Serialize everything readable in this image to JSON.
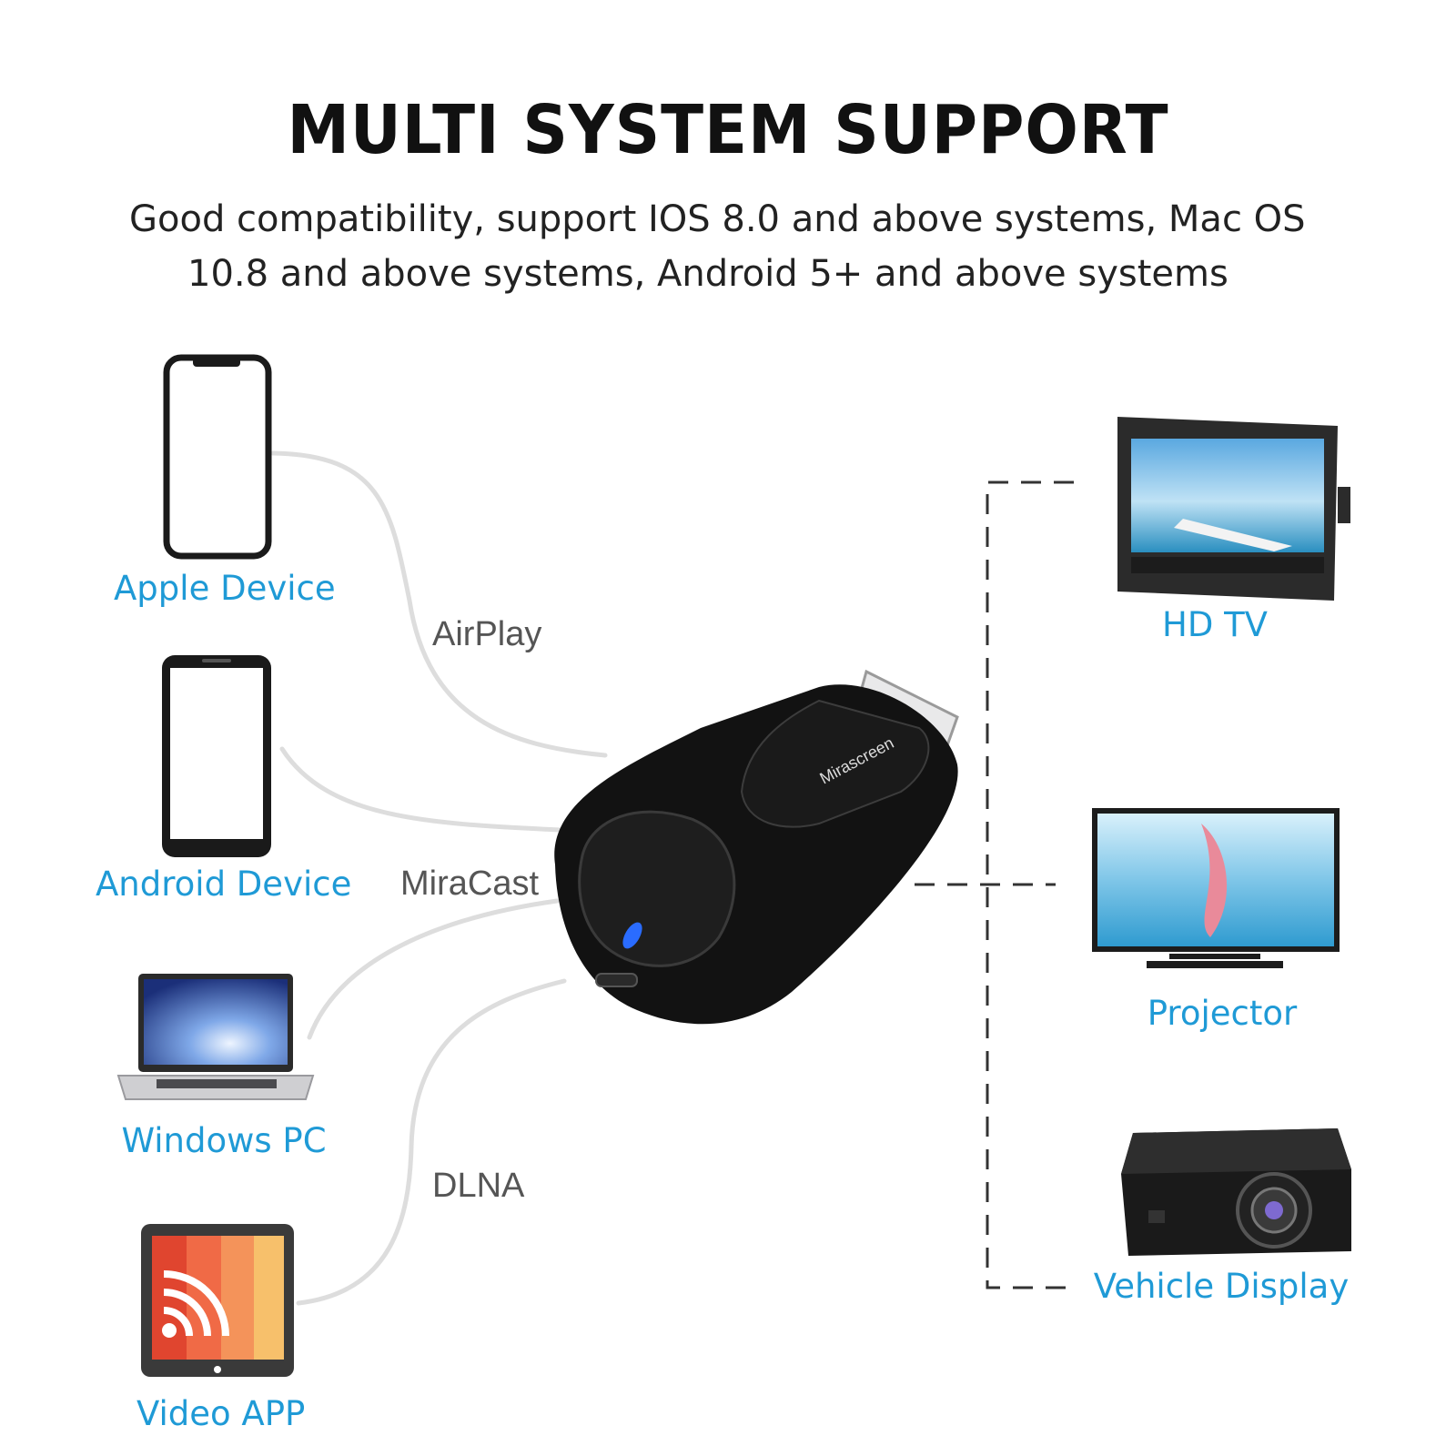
{
  "header": {
    "title": "MULTI SYSTEM SUPPORT",
    "subtitle_line1": "Good compatibility, support IOS 8.0 and above systems, Mac OS",
    "subtitle_line2": "10.8 and above systems, Android 5+ and above systems"
  },
  "sources": [
    {
      "label": "Apple Device",
      "icon": "iphone-icon"
    },
    {
      "label": "Android Device",
      "icon": "android-phone-icon"
    },
    {
      "label": "Windows PC",
      "icon": "laptop-icon"
    },
    {
      "label": "Video APP",
      "icon": "cast-app-icon"
    }
  ],
  "protocols": [
    "AirPlay",
    "MiraCast",
    "DLNA"
  ],
  "dongle": {
    "brand": "Mirascreen"
  },
  "targets": [
    {
      "label": "HD TV",
      "icon": "car-monitor-icon"
    },
    {
      "label": "Projector",
      "icon": "tv-icon"
    },
    {
      "label": "Vehicle Display",
      "icon": "projector-icon"
    }
  ],
  "colors": {
    "label_blue": "#1f9ad6",
    "title": "#111111",
    "dongle": "#111111",
    "led": "#2a6cff"
  }
}
